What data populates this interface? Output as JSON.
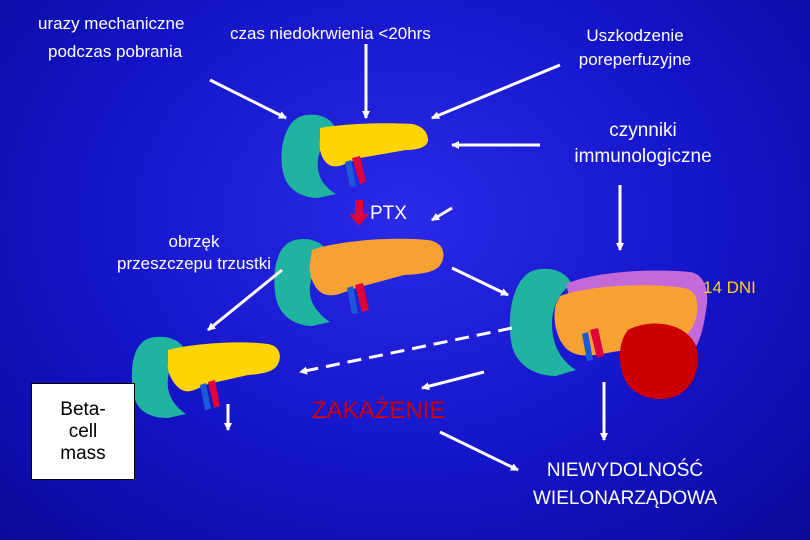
{
  "labels": {
    "urazy": "urazy mechaniczne",
    "podczas": "podczas pobrania",
    "czas": "czas niedokrwienia <20hrs",
    "uszkodzenie_1": "Uszkodzenie",
    "uszkodzenie_2": "poreperfuzyjne",
    "czynniki_1": "czynniki",
    "czynniki_2": "immunologiczne",
    "obrzek_1": "obrzęk",
    "obrzek_2": "przeszczepu trzustki",
    "ptx": "PTX",
    "dni": "14 DNI",
    "beta_1": "Beta-",
    "beta_2": "cell",
    "beta_3": "mass",
    "zakazenie": "ZAKAŻENIE",
    "niewydolnosc_1": "NIEWYDOLNOŚĆ",
    "niewydolnosc_2": "WIELONARZĄDOWA"
  },
  "colors": {
    "background": "#1a1ad8",
    "duodenum": "#1fb3a0",
    "pancreas_normal": "#ffd400",
    "pancreas_edema": "#f7a134",
    "immune_layer": "#c46ad8",
    "necrosis": "#cc0000",
    "vessel_red": "#e0003a",
    "vessel_blue": "#1a5ad8",
    "ptx_text": "#ffffff",
    "dni_text": "#ffd400",
    "zakazenie_text": "#cc0000",
    "arrows": "#ffffff"
  }
}
